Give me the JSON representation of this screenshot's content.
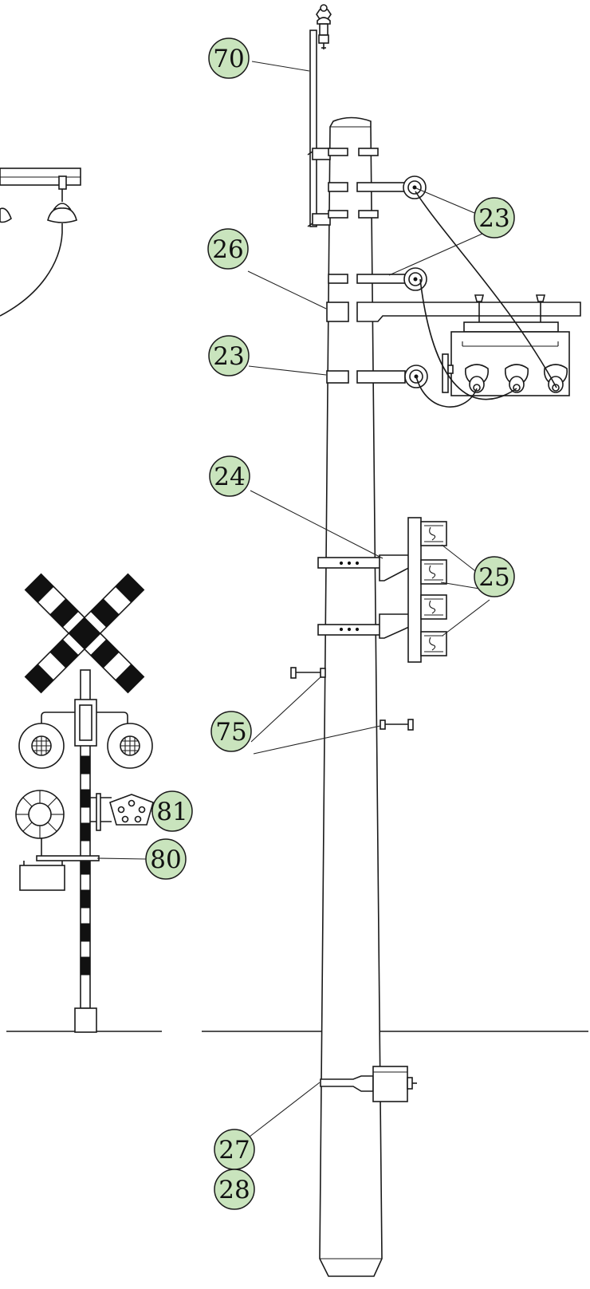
{
  "colors": {
    "callout_fill": "#c9e4bd",
    "ink": "#1a1a1a",
    "background": "#ffffff"
  },
  "callouts": [
    {
      "id": "c70",
      "label": "70"
    },
    {
      "id": "c23a",
      "label": "23"
    },
    {
      "id": "c26",
      "label": "26"
    },
    {
      "id": "c23b",
      "label": "23"
    },
    {
      "id": "c24",
      "label": "24"
    },
    {
      "id": "c25",
      "label": "25"
    },
    {
      "id": "c75",
      "label": "75"
    },
    {
      "id": "c81",
      "label": "81"
    },
    {
      "id": "c80",
      "label": "80"
    },
    {
      "id": "c27",
      "label": "27"
    },
    {
      "id": "c28",
      "label": "28"
    }
  ],
  "icons": [
    "utility-pole",
    "railway-crossing-signal",
    "crossbuck-sign",
    "insulator",
    "ground-line"
  ]
}
